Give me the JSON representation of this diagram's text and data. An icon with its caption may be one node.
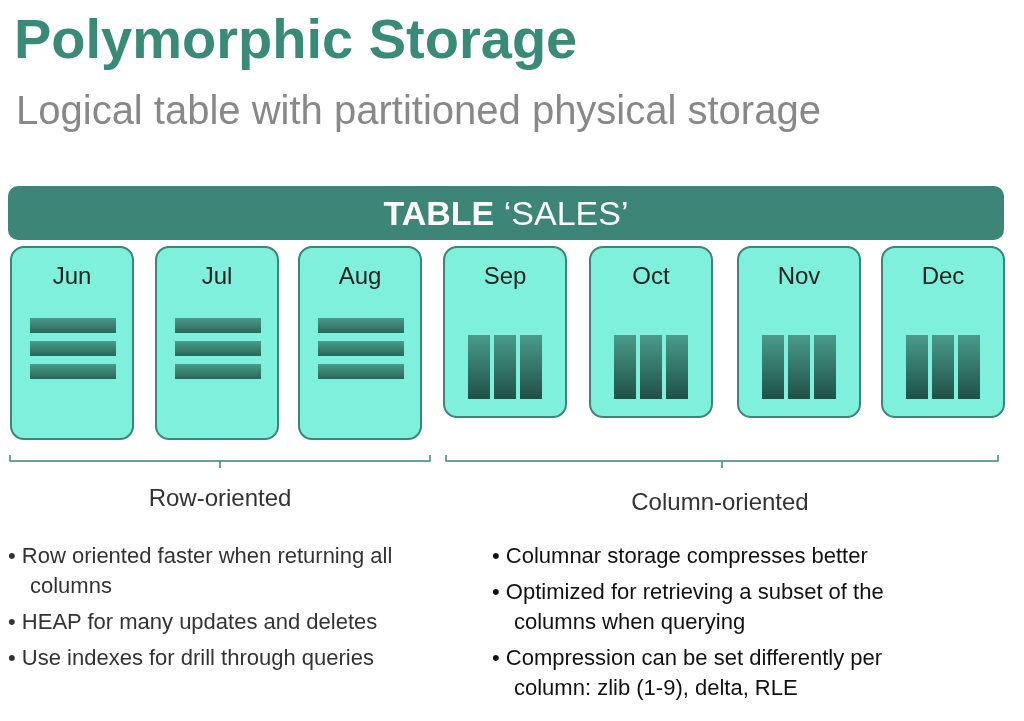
{
  "diagram": {
    "title": "Polymorphic Storage",
    "nodes": [
      {
        "text": [
          "**TABLE** ‘SALES’"
        ]
      },
      {
        "text": [
          "Jun"
        ]
      },
      {
        "text": [
          "Jul"
        ]
      },
      {
        "text": [
          "Aug"
        ]
      },
      {
        "text": [
          "Sep"
        ]
      },
      {
        "text": [
          "Oct"
        ]
      },
      {
        "text": [
          "Nov"
        ]
      },
      {
        "text": [
          "Dec"
        ]
      }
    ],
    "edges": [],
    "labels": [
      "Logical table with partitioned physical storage",
      "Row-oriented",
      "Column-oriented",
      "• Row oriented faster when returning all columns",
      "• HEAP for many updates and deletes",
      "• Use indexes for drill through queries",
      "• Columnar storage compresses better",
      "• Optimized for retrieving a subset of the columns when querying",
      "• Compression can be set differently per column: zlib (1-9), delta, RLE"
    ]
  }
}
